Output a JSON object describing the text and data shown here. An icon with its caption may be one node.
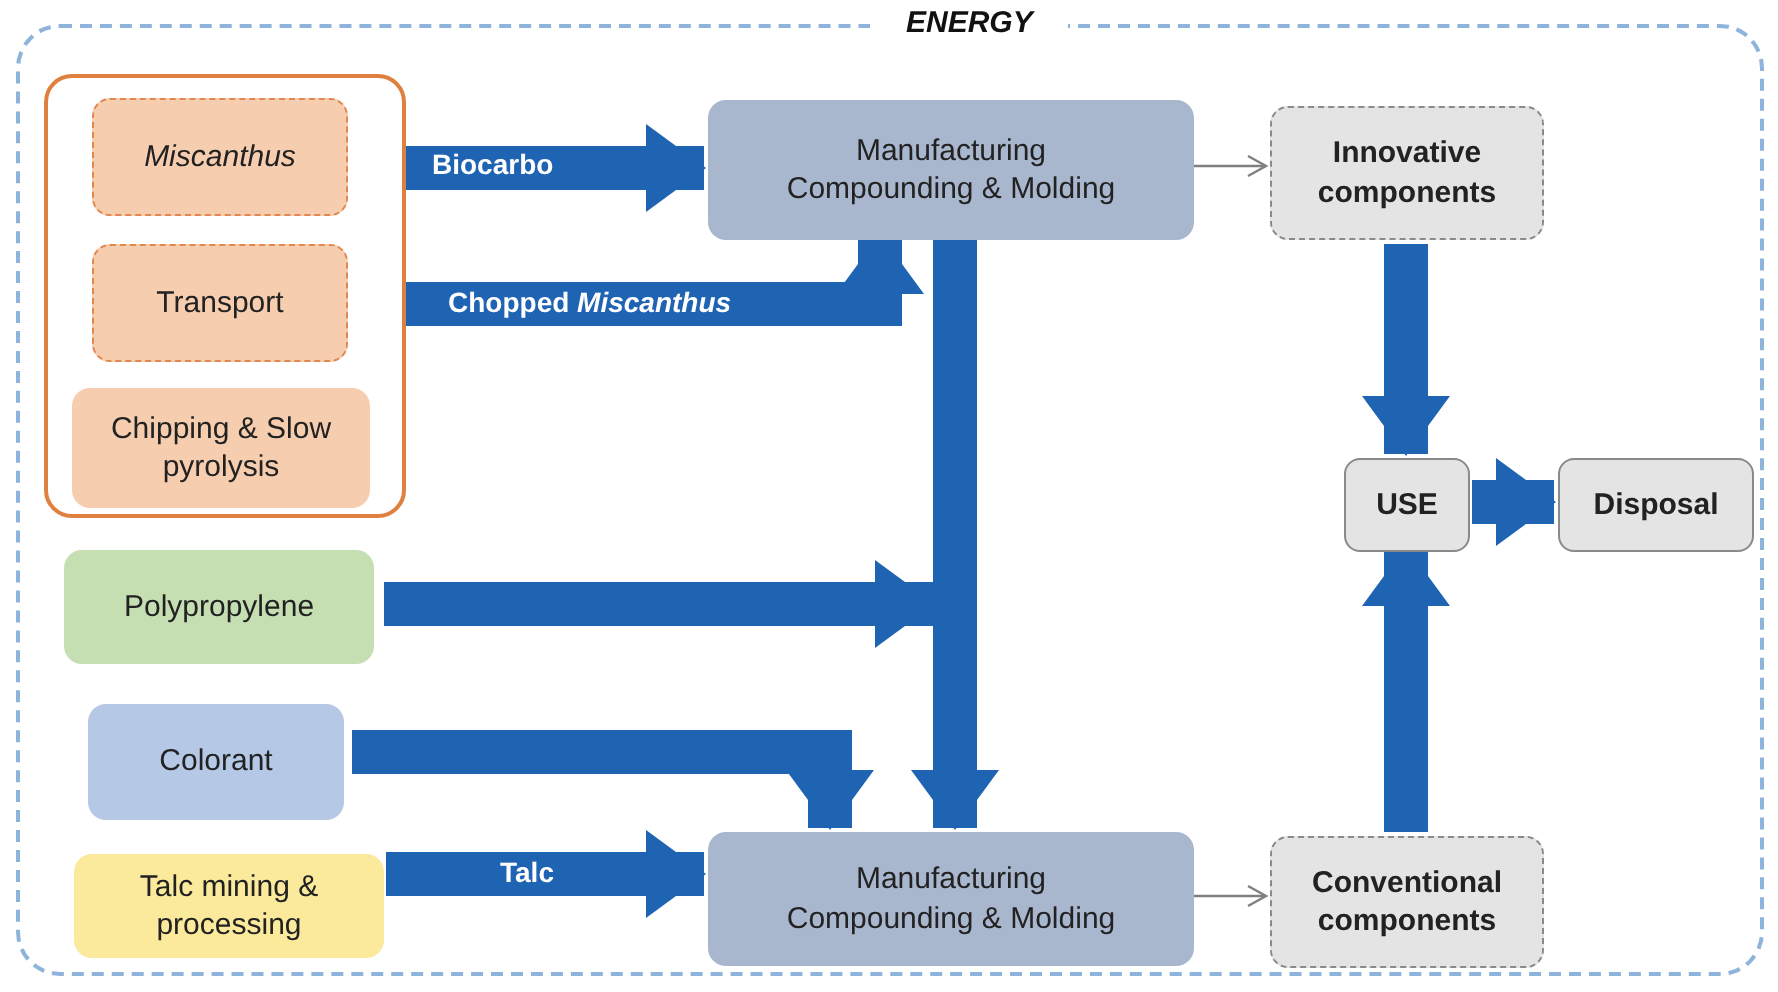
{
  "diagram": {
    "nodes": [
      {
        "text": [
          "ENERGY"
        ]
      },
      {
        "text": [],
        "shape": "box",
        "in": 0
      },
      {
        "text": [
          "Miscanthus"
        ],
        "in": 1
      },
      {
        "text": [
          "Transport"
        ],
        "in": 1
      },
      {
        "text": [
          "Chipping & Slow pyrolysis"
        ],
        "in": 1
      },
      {
        "text": [
          "Manufacturing Compounding & Molding"
        ],
        "in": 0
      },
      {
        "text": [
          "Innovative components"
        ],
        "in": 0
      },
      {
        "text": [
          "USE"
        ],
        "in": 0
      },
      {
        "text": [
          "Disposal"
        ],
        "in": 0
      },
      {
        "text": [
          "Polypropylene"
        ],
        "in": 0
      },
      {
        "text": [
          "Colorant"
        ],
        "in": 0
      },
      {
        "text": [
          "Talc mining & processing"
        ],
        "in": 0
      },
      {
        "text": [
          "Manufacturing Compounding & Molding"
        ],
        "in": 0
      },
      {
        "text": [
          "Conventional components"
        ],
        "in": 0
      }
    ],
    "edges": [
      {
        "from": 1,
        "to": 5,
        "arrow": "to",
        "label": "Biocarbo"
      },
      {
        "from": 1,
        "to": 5,
        "arrow": "to",
        "label": "Chopped *Miscanthus*"
      },
      {
        "from": 5,
        "to": 6,
        "arrow": "to",
        "color": "#808080"
      },
      {
        "from": 5,
        "to": 12,
        "arrow": "to"
      },
      {
        "from": 6,
        "to": 7,
        "arrow": "to"
      },
      {
        "from": 7,
        "to": 8,
        "arrow": "to"
      },
      {
        "from": 9,
        "to": 12,
        "arrow": "to"
      },
      {
        "from": 10,
        "to": 12,
        "arrow": "to"
      },
      {
        "from": 11,
        "to": 12,
        "arrow": "to",
        "label": "Talc"
      },
      {
        "from": 12,
        "to": 13,
        "arrow": "to",
        "color": "#808080"
      },
      {
        "from": 13,
        "to": 7,
        "arrow": "to"
      }
    ]
  }
}
